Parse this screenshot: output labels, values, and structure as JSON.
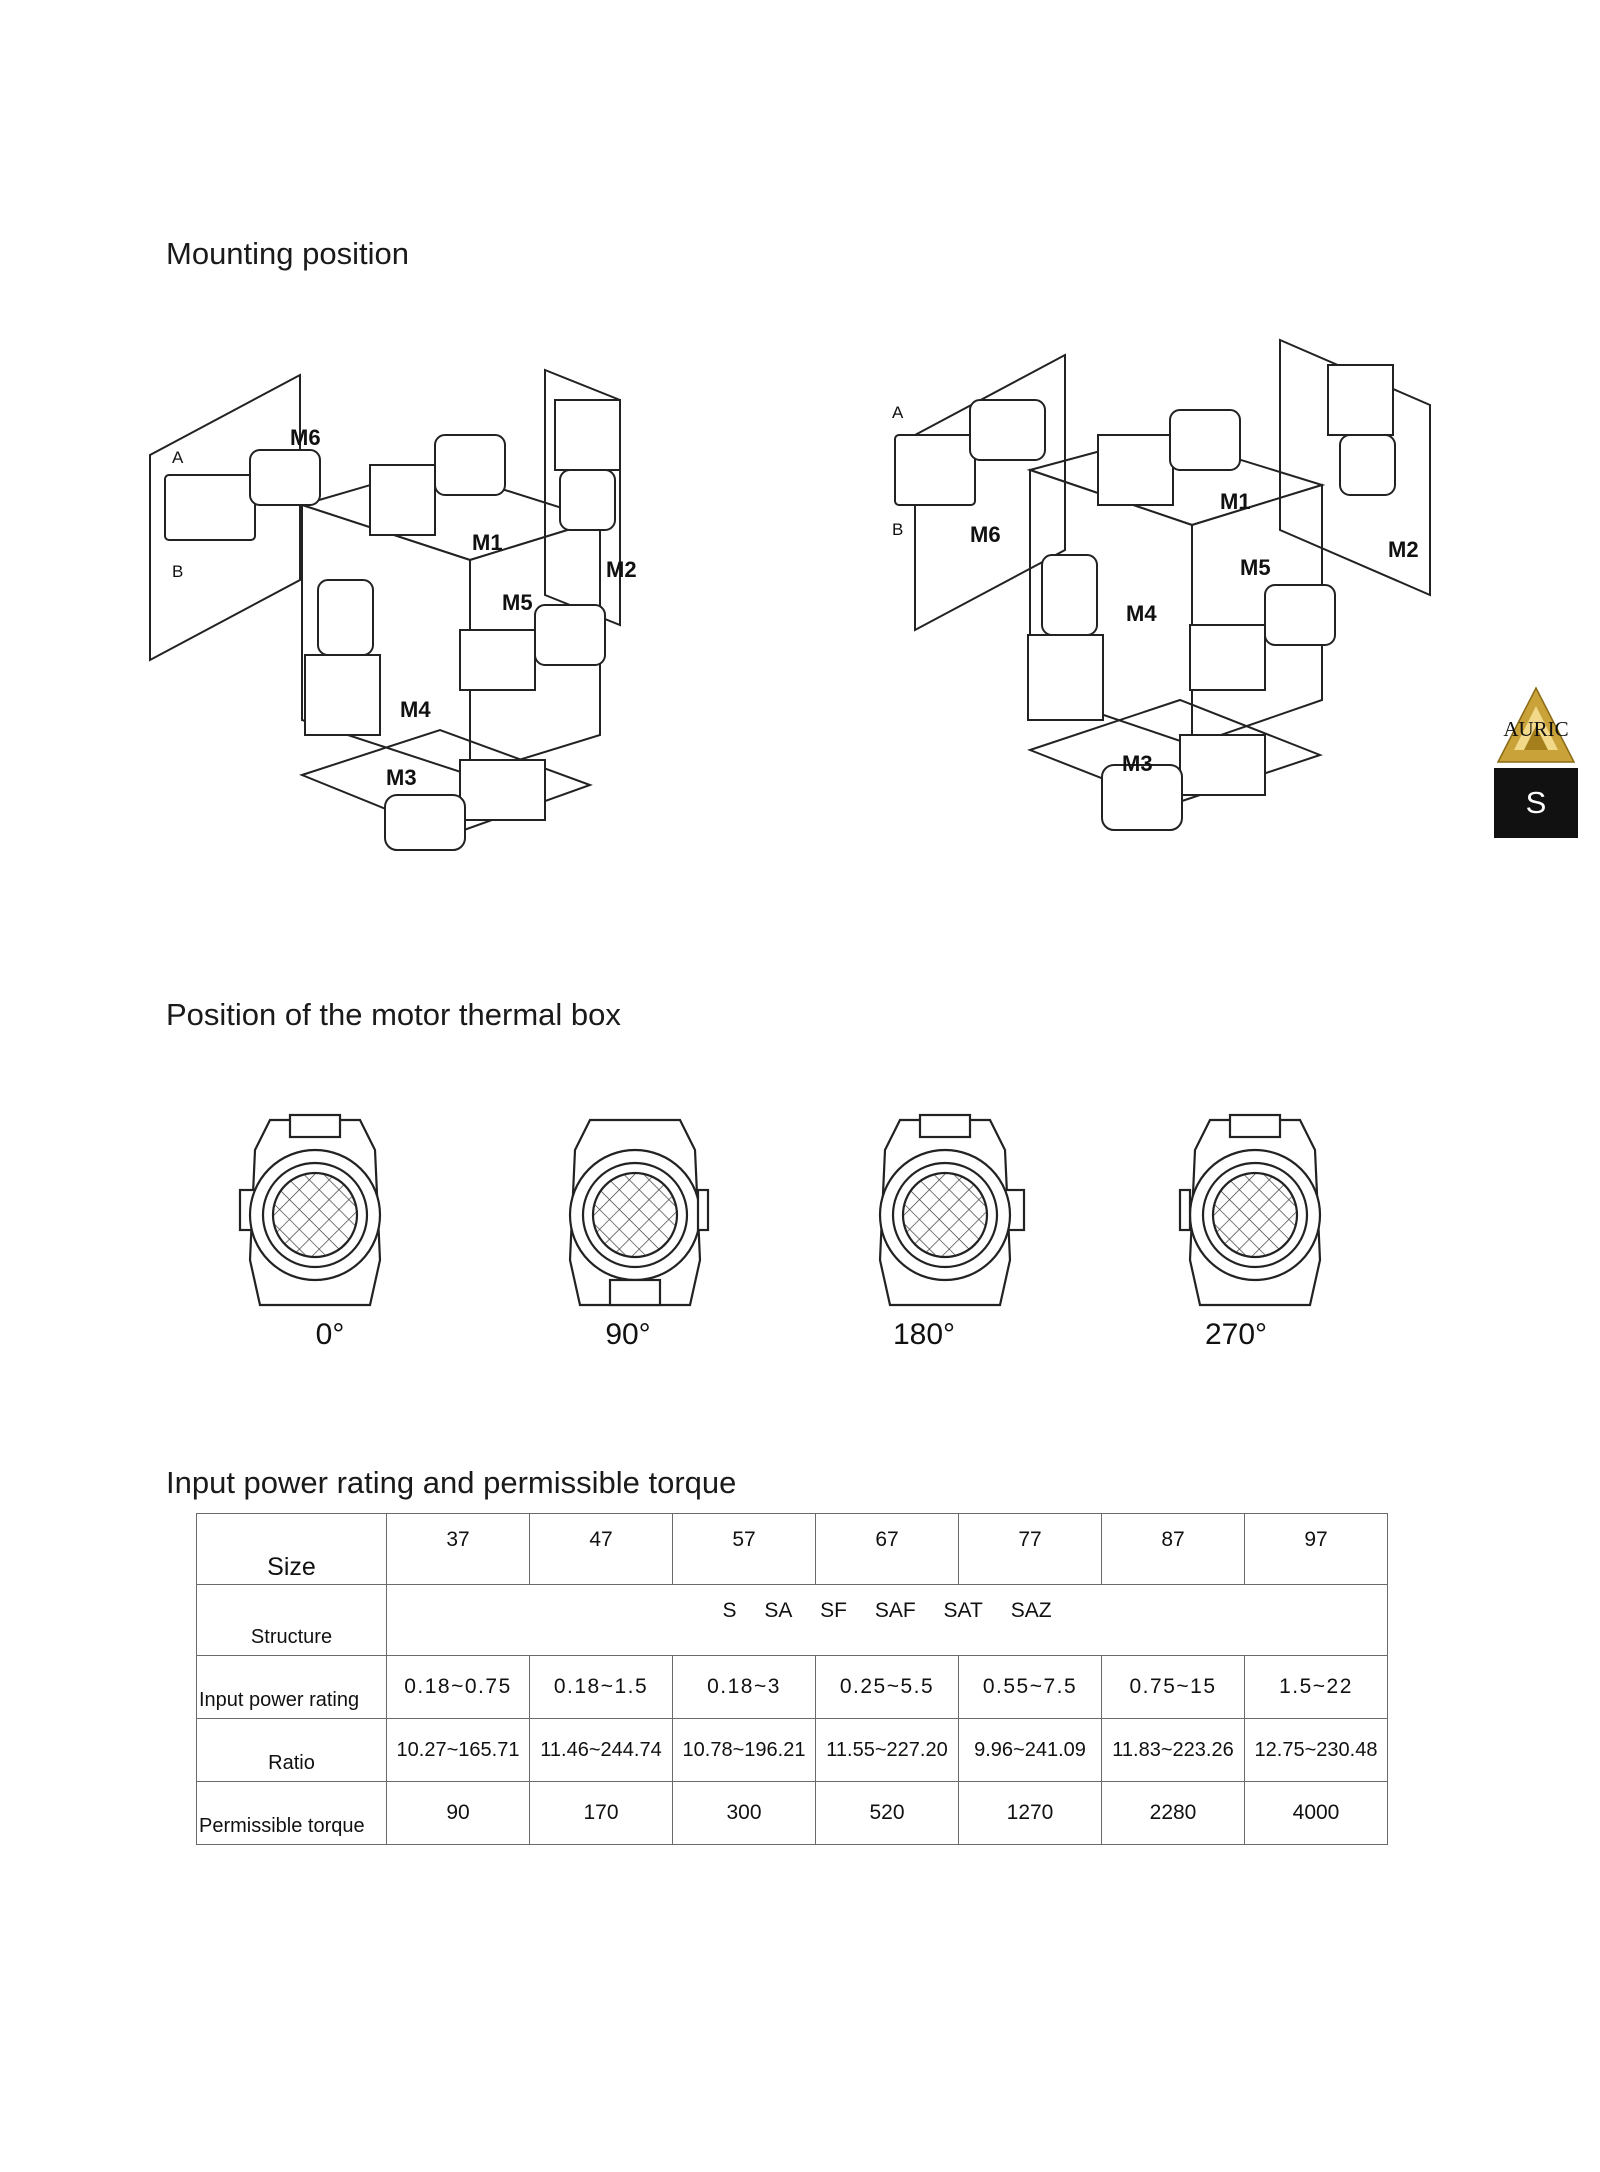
{
  "sections": {
    "mounting_title": "Mounting position",
    "thermal_title": "Position of the motor thermal box",
    "table_title": "Input power rating and permissible torque"
  },
  "diagram_left": {
    "labels": [
      "M6",
      "M1",
      "M2",
      "M5",
      "M4",
      "M3"
    ],
    "shaft_marks": [
      "A",
      "B"
    ]
  },
  "diagram_right": {
    "labels": [
      "M6",
      "M1",
      "M2",
      "M5",
      "M4",
      "M3"
    ],
    "shaft_marks": [
      "A",
      "B"
    ]
  },
  "thermal_positions": [
    "0°",
    "90°",
    "180°",
    "270°"
  ],
  "table": {
    "size_label": "Size",
    "sizes": [
      "37",
      "47",
      "57",
      "67",
      "77",
      "87",
      "97"
    ],
    "structure_label": "Structure",
    "structures": [
      "S",
      "SA",
      "SF",
      "SAF",
      "SAT",
      "SAZ"
    ],
    "power_label": "Input power rating",
    "power": [
      "0.18~0.75",
      "0.18~1.5",
      "0.18~3",
      "0.25~5.5",
      "0.55~7.5",
      "0.75~15",
      "1.5~22"
    ],
    "ratio_label": "Ratio",
    "ratio": [
      "10.27~165.71",
      "11.46~244.74",
      "10.78~196.21",
      "11.55~227.20",
      "9.96~241.09",
      "11.83~223.26",
      "12.75~230.48"
    ],
    "torque_label": "Permissible torque",
    "torque": [
      "90",
      "170",
      "300",
      "520",
      "1270",
      "2280",
      "4000"
    ]
  },
  "brand": {
    "logo_text": "AURIC",
    "badge": "S"
  }
}
